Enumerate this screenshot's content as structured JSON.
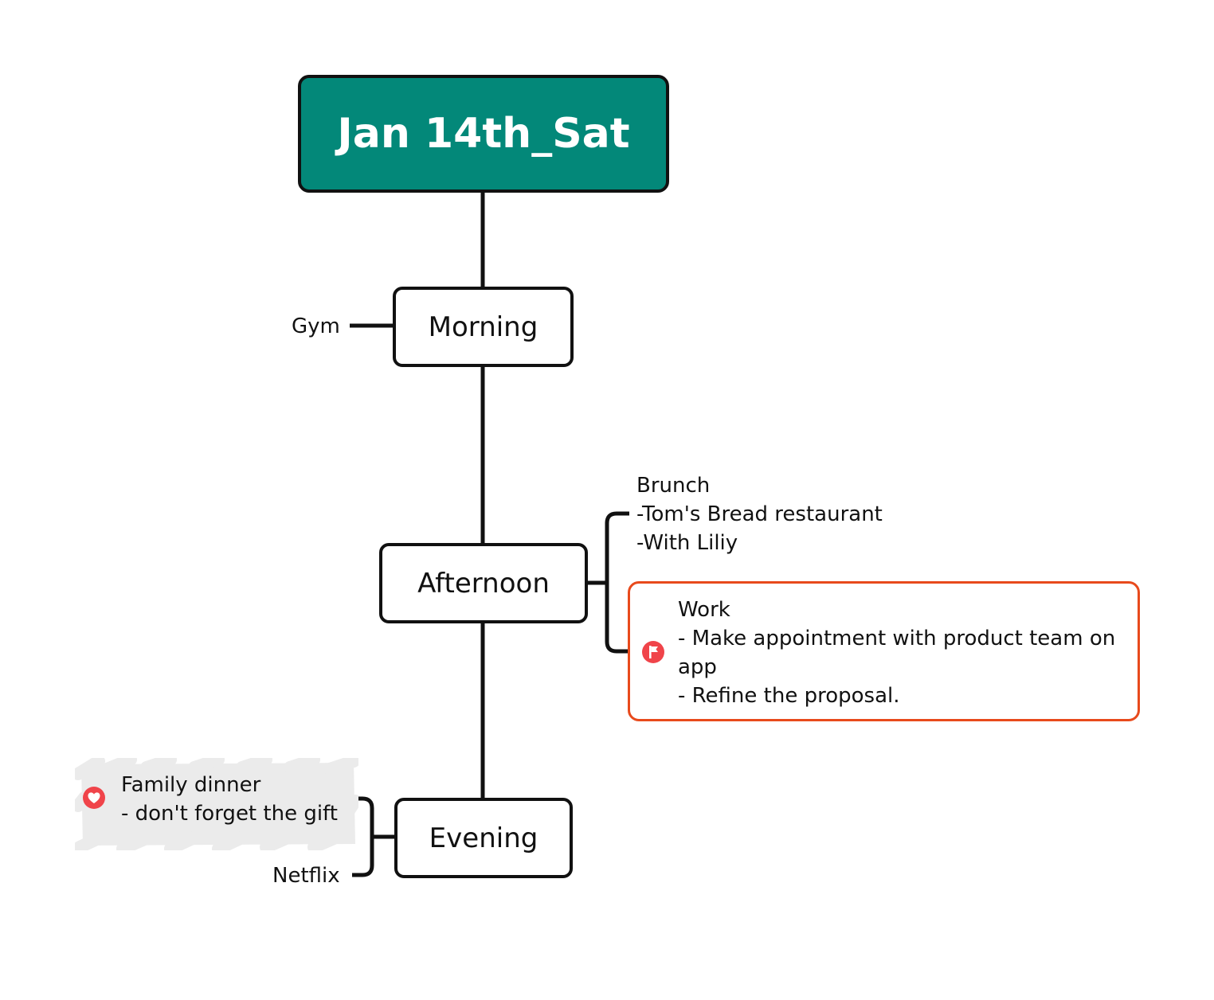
{
  "root": {
    "label": "Jan 14th_Sat",
    "color": "#038879"
  },
  "branches": {
    "morning": {
      "label": "Morning",
      "leaves": {
        "gym": "Gym"
      }
    },
    "afternoon": {
      "label": "Afternoon",
      "brunch": {
        "lines": [
          "Brunch",
          "-Tom's Bread restaurant",
          "-With Liliy"
        ]
      },
      "work": {
        "icon": "flag-icon",
        "lines": [
          "Work",
          "- Make appointment with product team on",
          "app",
          "- Refine the proposal."
        ],
        "border_color": "#e84a1c"
      }
    },
    "evening": {
      "label": "Evening",
      "family": {
        "icon": "heart-icon",
        "lines": [
          "Family dinner",
          "- don't forget the gift"
        ]
      },
      "netflix": "Netflix"
    }
  },
  "colors": {
    "line": "#111111",
    "icon_red": "#f0444a",
    "highlight": "#ebebeb"
  }
}
